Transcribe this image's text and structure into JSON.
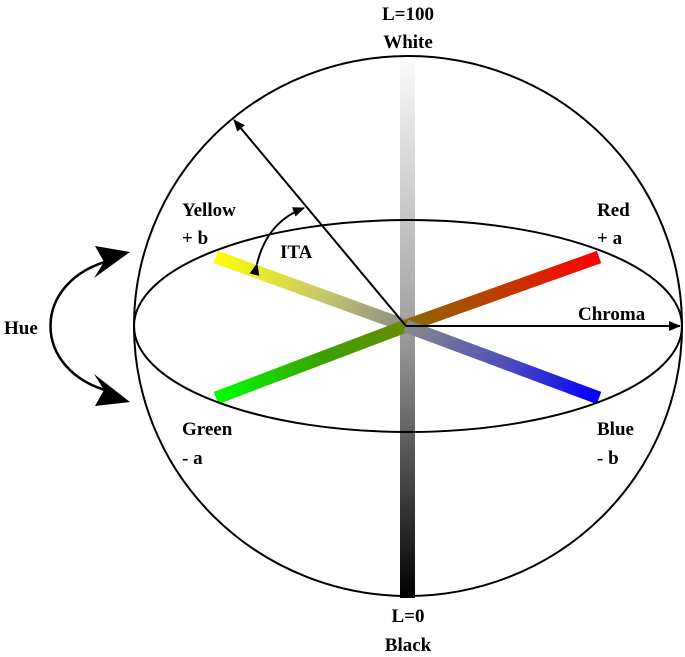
{
  "labels": {
    "top_l": "L=100",
    "top_name": "White",
    "bottom_l": "L=0",
    "bottom_name": "Black",
    "yellow": "Yellow",
    "yellow_axis": "+ b",
    "red": "Red",
    "red_axis": "+ a",
    "green": "Green",
    "green_axis": "- a",
    "blue": "Blue",
    "blue_axis": "- b",
    "ita": "ITA",
    "chroma": "Chroma",
    "hue": "Hue"
  },
  "colors": {
    "yellow": "#ffff00",
    "red": "#ff0000",
    "green": "#00ff00",
    "blue": "#0000ff",
    "white": "#ffffff",
    "black": "#000000",
    "outline": "#000000"
  }
}
